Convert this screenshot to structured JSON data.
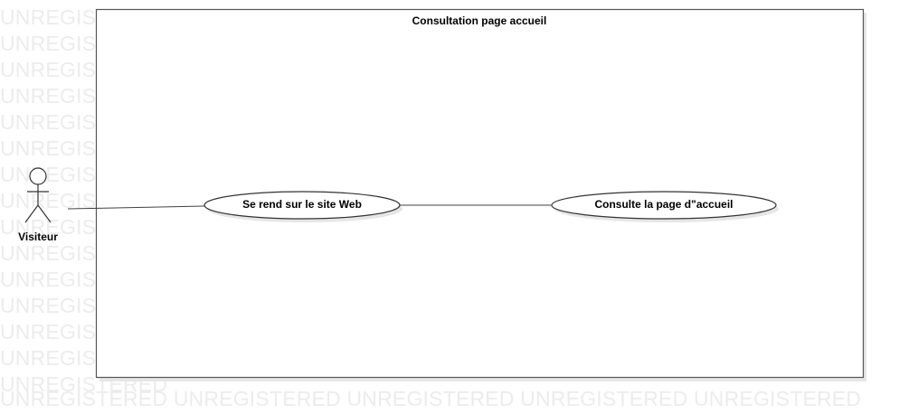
{
  "watermark": {
    "text": "UNREGISTERED"
  },
  "system_boundary": {
    "title": "Consultation page accueil"
  },
  "actor": {
    "name": "Visiteur",
    "icon": "stick-figure-icon"
  },
  "use_cases": [
    {
      "label": "Se rend sur le site Web"
    },
    {
      "label": "Consulte la page d\"accueil"
    }
  ],
  "colors": {
    "line": "#404040",
    "boundary": "#555555",
    "shadow": "#e6e6e6",
    "watermark": "#ececec",
    "background": "#ffffff"
  }
}
